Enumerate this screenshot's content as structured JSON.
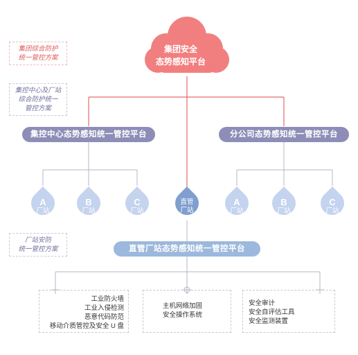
{
  "notes": {
    "group": "集团综合防护\n统一管控方案",
    "center": "集控中心及厂站\n综合防护统一\n管控方案",
    "station": "厂站安防\n统一管控方案"
  },
  "top_node": {
    "line1": "集团安全",
    "line2": "态势感知平台"
  },
  "platforms": {
    "center": "集控中心态势感知统一管控平台",
    "branch": "分公司态势感知统一管控平台",
    "direct": "直管厂站态势感知统一管控平台"
  },
  "stations": [
    {
      "letter": "A",
      "label": "厂站"
    },
    {
      "letter": "B",
      "label": "厂站"
    },
    {
      "letter": "C",
      "label": "厂站"
    },
    {
      "letter": "直管",
      "label": "厂站"
    },
    {
      "letter": "A",
      "label": "厂站"
    },
    {
      "letter": "B",
      "label": "厂站"
    },
    {
      "letter": "C",
      "label": "厂站"
    }
  ],
  "boxes": {
    "left": [
      "工业防火墙",
      "工业入侵检测",
      "恶意代码防范",
      "移动介质管控及安全 U 盘"
    ],
    "middle": [
      "主机网络加固",
      "安全操作系统"
    ],
    "right": [
      "安全审计",
      "安全自评估工具",
      "安全监测装置"
    ]
  },
  "colors": {
    "cloud": "#f27f7f",
    "dark_pill": "#8d8db8",
    "blue_pill": "#9cb8dc",
    "drop_light": "#c4d3ee",
    "drop_main": "#7f9fcf",
    "red_line": "#e46a6a",
    "gray_line": "#b4b4c8"
  }
}
